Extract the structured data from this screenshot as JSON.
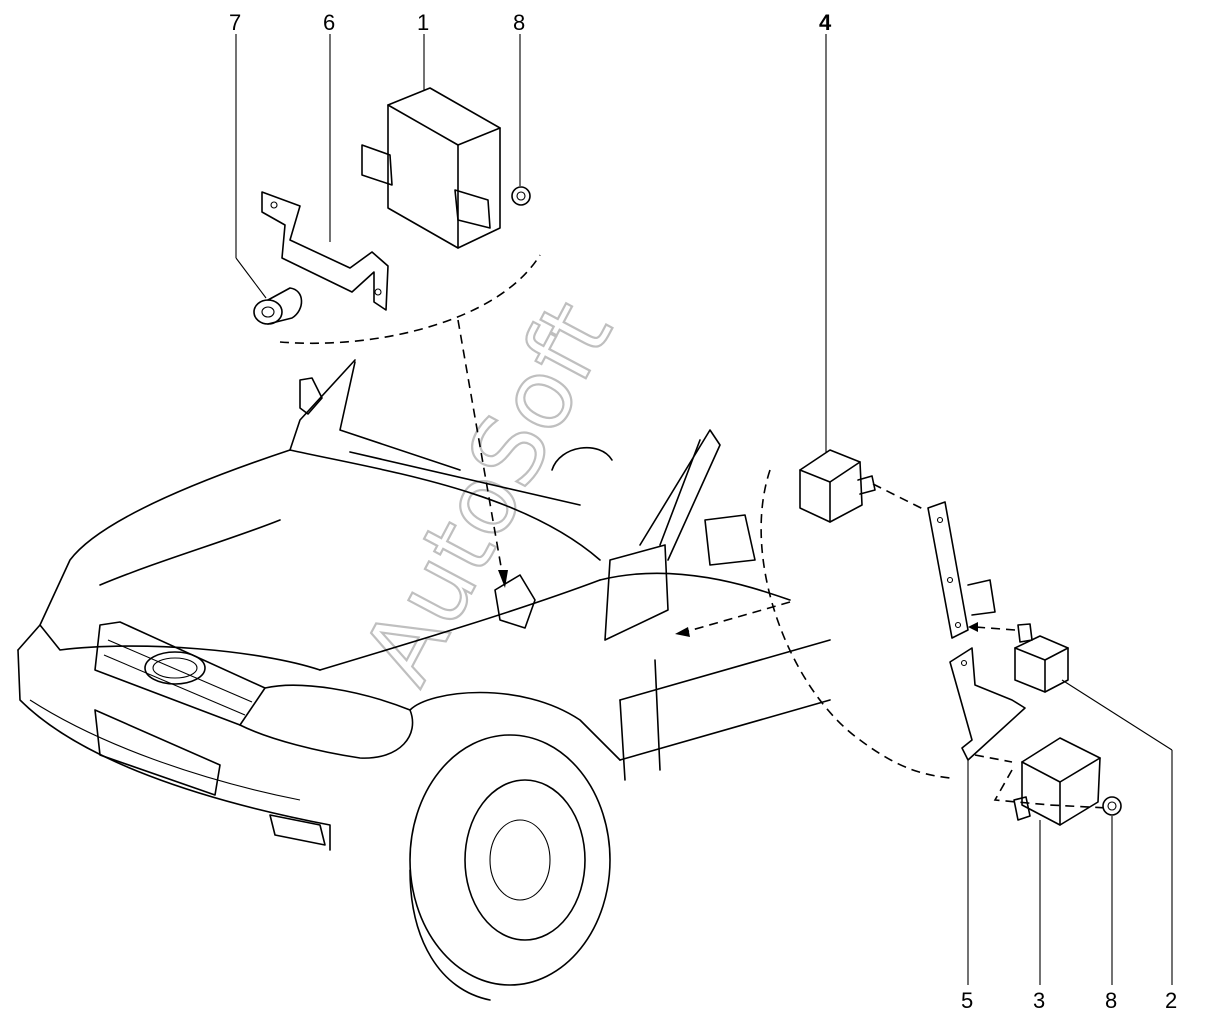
{
  "watermark": "AutoSoft",
  "callouts": [
    {
      "id": "7",
      "label": "7"
    },
    {
      "id": "6",
      "label": "6"
    },
    {
      "id": "1",
      "label": "1"
    },
    {
      "id": "8a",
      "label": "8"
    },
    {
      "id": "4",
      "label": "4"
    },
    {
      "id": "5",
      "label": "5"
    },
    {
      "id": "3",
      "label": "3"
    },
    {
      "id": "8b",
      "label": "8"
    },
    {
      "id": "2",
      "label": "2"
    }
  ]
}
